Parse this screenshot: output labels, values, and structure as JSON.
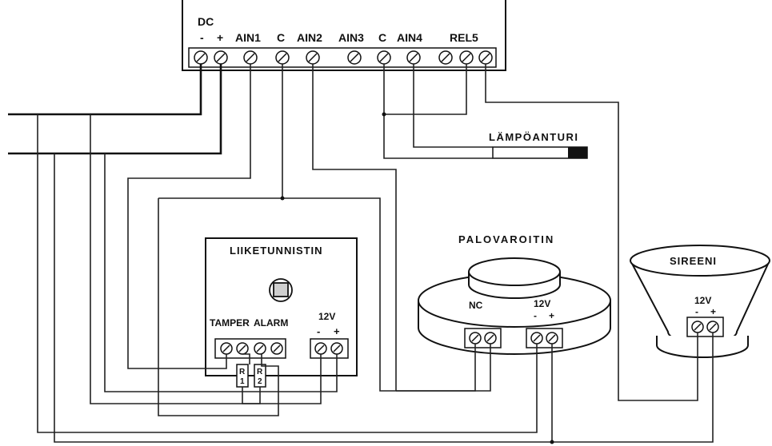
{
  "controller": {
    "dc_label": "DC",
    "terminal_labels": [
      "-",
      "+",
      "AIN1",
      "C",
      "AIN2",
      "AIN3",
      "C",
      "AIN4",
      "REL5"
    ]
  },
  "temp_sensor": {
    "label": "LÄMPÖANTURI"
  },
  "motion_detector": {
    "title": "LIIKETUNNISTIN",
    "tamper_label": "TAMPER",
    "alarm_label": "ALARM",
    "power_label": "12V",
    "minus": "-",
    "plus": "+",
    "r1_label": "R",
    "r1_num": "1",
    "r2_label": "R",
    "r2_num": "2"
  },
  "smoke_detector": {
    "title": "PALOVAROITIN",
    "nc_label": "NC",
    "power_label": "12V",
    "minus": "-",
    "plus": "+"
  },
  "siren": {
    "title": "SIREENI",
    "power_label": "12V",
    "minus": "-",
    "plus": "+"
  }
}
